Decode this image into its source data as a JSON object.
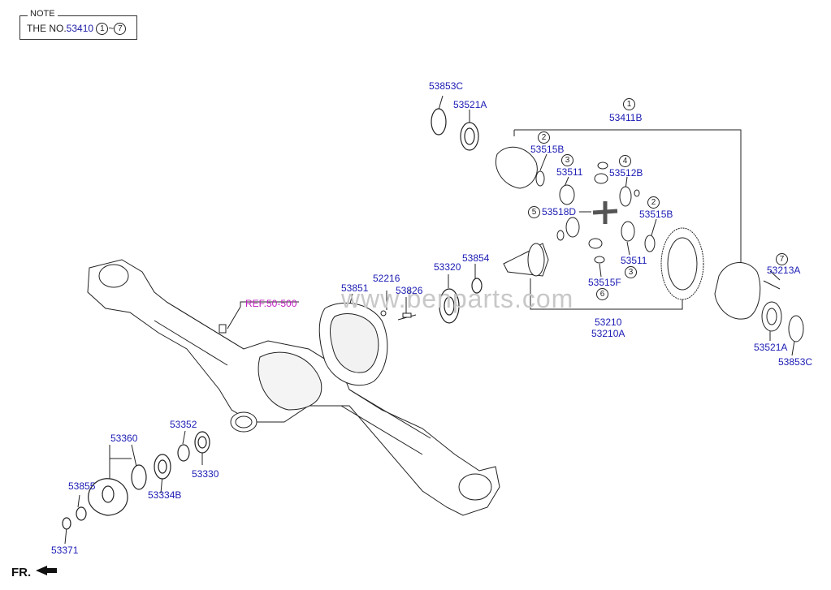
{
  "note": {
    "title": "NOTE",
    "prefix": "THE NO.",
    "code": "53410",
    "range_start": "1",
    "range_sep": "~",
    "range_end": "7"
  },
  "labels": {
    "p53853C_top": "53853C",
    "p53521A_top": "53521A",
    "p53411B": "53411B",
    "p53515B_top": "53515B",
    "p53511_top": "53511",
    "p53512B": "53512B",
    "p53518D": "53518D",
    "p53515B_right": "53515B",
    "p53511_bottom": "53511",
    "p53515F": "53515F",
    "p53210": "53210",
    "p53210A": "53210A",
    "p53213A": "53213A",
    "p53521A_right": "53521A",
    "p53853C_right": "53853C",
    "p53854": "53854",
    "p53320": "53320",
    "p52216": "52216",
    "p53851": "53851",
    "p53826": "53826",
    "ref": "REF.50-500",
    "p53352": "53352",
    "p53360": "53360",
    "p53330": "53330",
    "p53855": "53855",
    "p53334B": "53334B",
    "p53371": "53371"
  },
  "markers": {
    "m1": "1",
    "m2a": "2",
    "m3a": "3",
    "m4": "4",
    "m5": "5",
    "m2b": "2",
    "m3b": "3",
    "m6": "6",
    "m7": "7"
  },
  "watermark": "www.benparts.com",
  "direction": "FR."
}
